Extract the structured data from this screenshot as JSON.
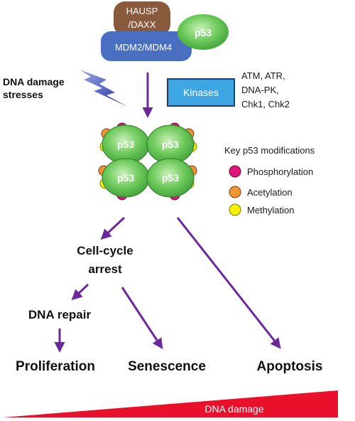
{
  "complex": {
    "hausp_line1": "HAUSP",
    "hausp_line2": "/DAXX",
    "mdm": "MDM2/MDM4",
    "p53": "p53"
  },
  "stress": {
    "line1": "DNA damage",
    "line2": "stresses"
  },
  "kinases": {
    "label": "Kinases",
    "list": [
      "ATM, ATR,",
      "DNA-PK,",
      "Chk1, Chk2"
    ]
  },
  "tetramer": {
    "unit_label": "p53"
  },
  "legend": {
    "title": "Key p53 modifications",
    "items": [
      {
        "label": "Phosphorylation",
        "color": "#e0177a"
      },
      {
        "label": "Acetylation",
        "color": "#ee9433"
      },
      {
        "label": "Methylation",
        "color": "#f5f000"
      }
    ]
  },
  "outcomes": {
    "arrest_line1": "Cell-cycle",
    "arrest_line2": "arrest",
    "repair": "DNA repair",
    "proliferation": "Proliferation",
    "senescence": "Senescence",
    "apoptosis": "Apoptosis"
  },
  "gradient": {
    "label": "DNA damage",
    "color": "#e8102a"
  },
  "colors": {
    "arrow": "#6a2a9a",
    "hausp": "#8a5a3c",
    "mdm": "#4a6fc0",
    "p53_fill": "#5cbf4a",
    "kinase_fill": "#3ea6e2",
    "lightning": "#1f2f9a"
  }
}
